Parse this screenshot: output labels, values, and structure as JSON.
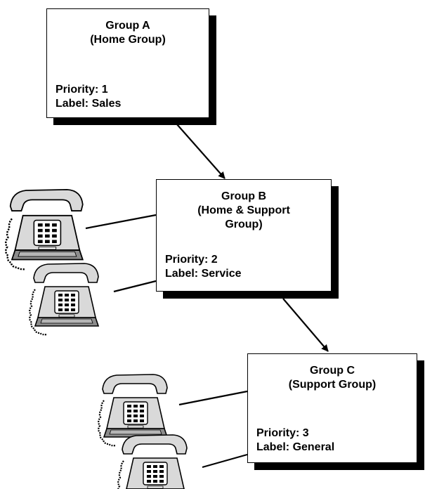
{
  "groups": [
    {
      "title": "Group A",
      "subtitle": "(Home Group)",
      "priority": "Priority: 1",
      "label": "Label: Sales"
    },
    {
      "title": "Group B",
      "subtitle": "(Home & Support",
      "subtitle2": "Group)",
      "priority": "Priority: 2",
      "label": "Label: Service"
    },
    {
      "title": "Group C",
      "subtitle": "(Support Group)",
      "priority": "Priority: 3",
      "label": "Label: General"
    }
  ],
  "icons": [
    "telephone-icon",
    "telephone-icon",
    "telephone-icon",
    "telephone-icon"
  ],
  "colors": {
    "line": "#000000",
    "phone_body": "#d9d9d9",
    "phone_dark": "#8c8c8c"
  }
}
